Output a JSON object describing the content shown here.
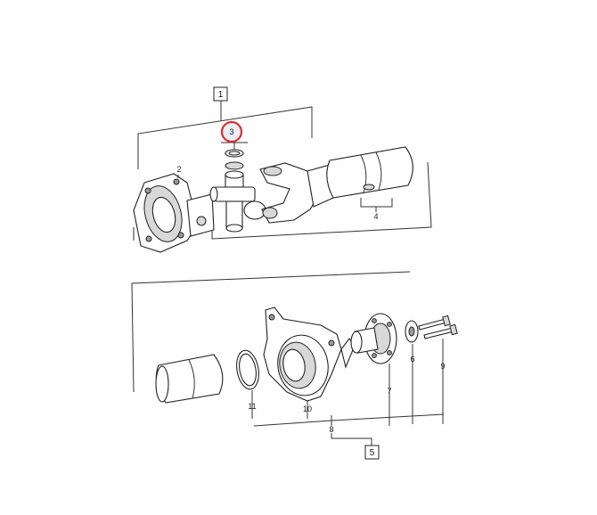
{
  "callouts": {
    "c1": "1",
    "c2": "2",
    "c3": "3",
    "c4": "4",
    "c5": "5",
    "c6": "6",
    "c7": "7",
    "c8": "8",
    "c9": "9",
    "c10": "10",
    "c11": "11"
  },
  "highlight_color": "#d9302b",
  "highlighted_part": "3"
}
